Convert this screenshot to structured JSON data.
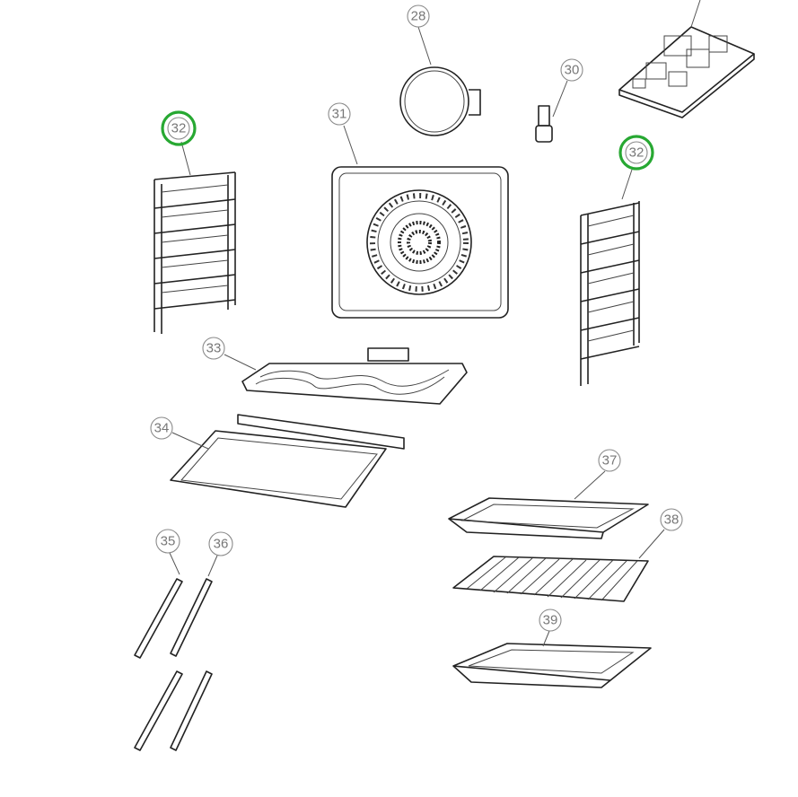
{
  "diagram": {
    "title": "Oven exploded parts diagram",
    "highlight_color": "#27a832",
    "callouts": {
      "c28": "28",
      "c30": "30",
      "c31": "31",
      "c32_left": "32",
      "c32_right": "32",
      "c33": "33",
      "c34": "34",
      "c35": "35",
      "c36": "36",
      "c37": "37",
      "c38": "38",
      "c39": "39"
    },
    "highlighted_part": "32"
  }
}
